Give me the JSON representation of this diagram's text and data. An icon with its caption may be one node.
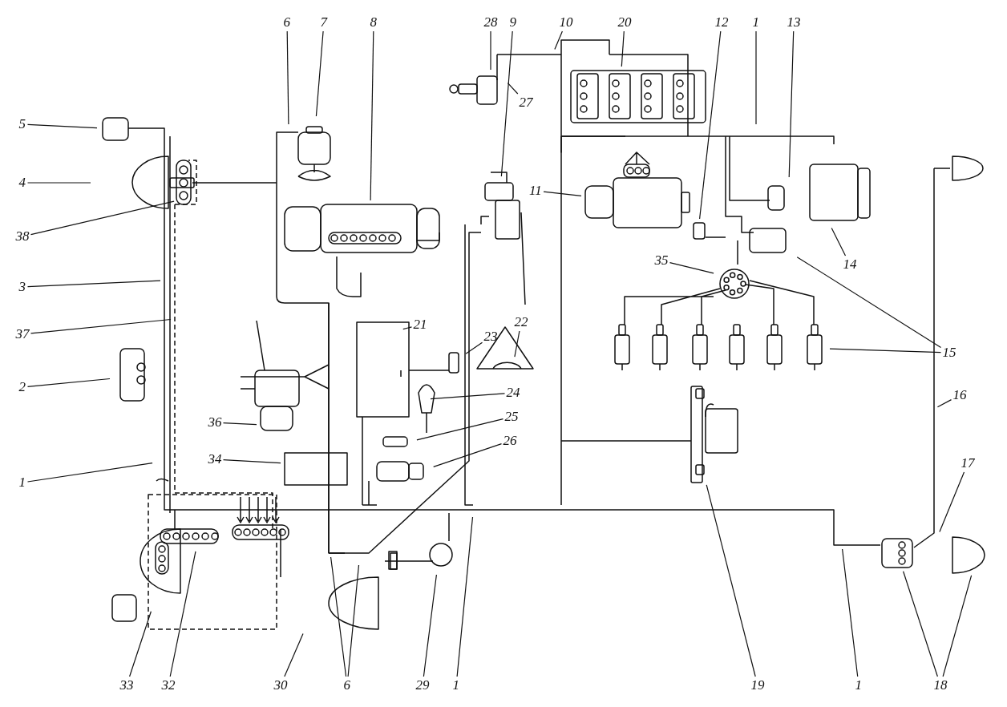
{
  "diagram": {
    "nodes": [
      {
        "text": [
          "6"
        ]
      },
      {
        "text": [
          "7"
        ]
      },
      {
        "text": [
          "8"
        ]
      },
      {
        "text": [
          "28"
        ]
      },
      {
        "text": [
          "9"
        ]
      },
      {
        "text": [
          "10"
        ]
      },
      {
        "text": [
          "20"
        ]
      },
      {
        "text": [
          "12"
        ]
      },
      {
        "text": [
          "1"
        ]
      },
      {
        "text": [
          "13"
        ]
      },
      {
        "text": [
          "27"
        ]
      },
      {
        "text": [
          "5"
        ]
      },
      {
        "text": [
          "11"
        ]
      },
      {
        "text": [
          "4"
        ]
      },
      {
        "text": [
          "38"
        ]
      },
      {
        "text": [
          "14"
        ]
      },
      {
        "text": [
          "35"
        ]
      },
      {
        "text": [
          "3"
        ]
      },
      {
        "text": [
          "21"
        ]
      },
      {
        "text": [
          "37"
        ]
      },
      {
        "text": [
          "15"
        ]
      },
      {
        "text": [
          "23"
        ]
      },
      {
        "text": [
          "22"
        ]
      },
      {
        "text": [
          "2"
        ]
      },
      {
        "text": [
          "24"
        ]
      },
      {
        "text": [
          "16"
        ]
      },
      {
        "text": [
          "36"
        ]
      },
      {
        "text": [
          "25"
        ]
      },
      {
        "text": [
          "26"
        ]
      },
      {
        "text": [
          "17"
        ]
      },
      {
        "text": [
          "34"
        ]
      },
      {
        "text": [
          "1"
        ]
      },
      {
        "text": [
          "33"
        ]
      },
      {
        "text": [
          "32"
        ]
      },
      {
        "text": [
          "30"
        ]
      },
      {
        "text": [
          "6"
        ]
      },
      {
        "text": [
          "29"
        ]
      },
      {
        "text": [
          "1"
        ]
      },
      {
        "text": [
          "19"
        ]
      },
      {
        "text": [
          "1"
        ]
      },
      {
        "text": [
          "18"
        ]
      }
    ],
    "edges": [
      {
        "from": 0,
        "to": null,
        "arrow": "none"
      },
      {
        "from": 1,
        "to": null,
        "arrow": "none"
      },
      {
        "from": 2,
        "to": null,
        "arrow": "none"
      },
      {
        "from": 3,
        "to": null,
        "arrow": "none"
      },
      {
        "from": 4,
        "to": null,
        "arrow": "none"
      },
      {
        "from": 5,
        "to": null,
        "arrow": "none"
      },
      {
        "from": 6,
        "to": null,
        "arrow": "none"
      },
      {
        "from": 7,
        "to": null,
        "arrow": "none"
      },
      {
        "from": 8,
        "to": null,
        "arrow": "none"
      },
      {
        "from": 9,
        "to": null,
        "arrow": "none"
      },
      {
        "from": 10,
        "to": null,
        "arrow": "none"
      },
      {
        "from": 11,
        "to": null,
        "arrow": "none"
      },
      {
        "from": 12,
        "to": null,
        "arrow": "none"
      },
      {
        "from": 13,
        "to": null,
        "arrow": "none"
      },
      {
        "from": 14,
        "to": null,
        "arrow": "none"
      },
      {
        "from": 15,
        "to": null,
        "arrow": "none"
      },
      {
        "from": 16,
        "to": null,
        "arrow": "none"
      },
      {
        "from": 17,
        "to": null,
        "arrow": "none"
      },
      {
        "from": 18,
        "to": null,
        "arrow": "none"
      },
      {
        "from": 19,
        "to": null,
        "arrow": "none"
      },
      {
        "from": 20,
        "to": null,
        "arrow": "none"
      },
      {
        "from": 20,
        "to": null,
        "arrow": "none"
      },
      {
        "from": 21,
        "to": null,
        "arrow": "none"
      },
      {
        "from": 22,
        "to": null,
        "arrow": "none"
      },
      {
        "from": 23,
        "to": null,
        "arrow": "none"
      },
      {
        "from": 24,
        "to": null,
        "arrow": "none"
      },
      {
        "from": 25,
        "to": null,
        "arrow": "none"
      },
      {
        "from": 26,
        "to": null,
        "arrow": "none"
      },
      {
        "from": 27,
        "to": null,
        "arrow": "none"
      },
      {
        "from": 28,
        "to": null,
        "arrow": "none"
      },
      {
        "from": 29,
        "to": null,
        "arrow": "none"
      },
      {
        "from": 30,
        "to": null,
        "arrow": "none"
      },
      {
        "from": 31,
        "to": null,
        "arrow": "none"
      },
      {
        "from": 32,
        "to": null,
        "arrow": "none"
      },
      {
        "from": 33,
        "to": null,
        "arrow": "none"
      },
      {
        "from": 34,
        "to": null,
        "arrow": "none"
      },
      {
        "from": 35,
        "to": null,
        "arrow": "none"
      },
      {
        "from": 35,
        "to": null,
        "arrow": "none"
      },
      {
        "from": 36,
        "to": null,
        "arrow": "none"
      },
      {
        "from": 37,
        "to": null,
        "arrow": "none"
      },
      {
        "from": 38,
        "to": null,
        "arrow": "none"
      },
      {
        "from": 39,
        "to": null,
        "arrow": "none"
      },
      {
        "from": 40,
        "to": null,
        "arrow": "none"
      },
      {
        "from": 40,
        "to": null,
        "arrow": "none"
      }
    ]
  }
}
